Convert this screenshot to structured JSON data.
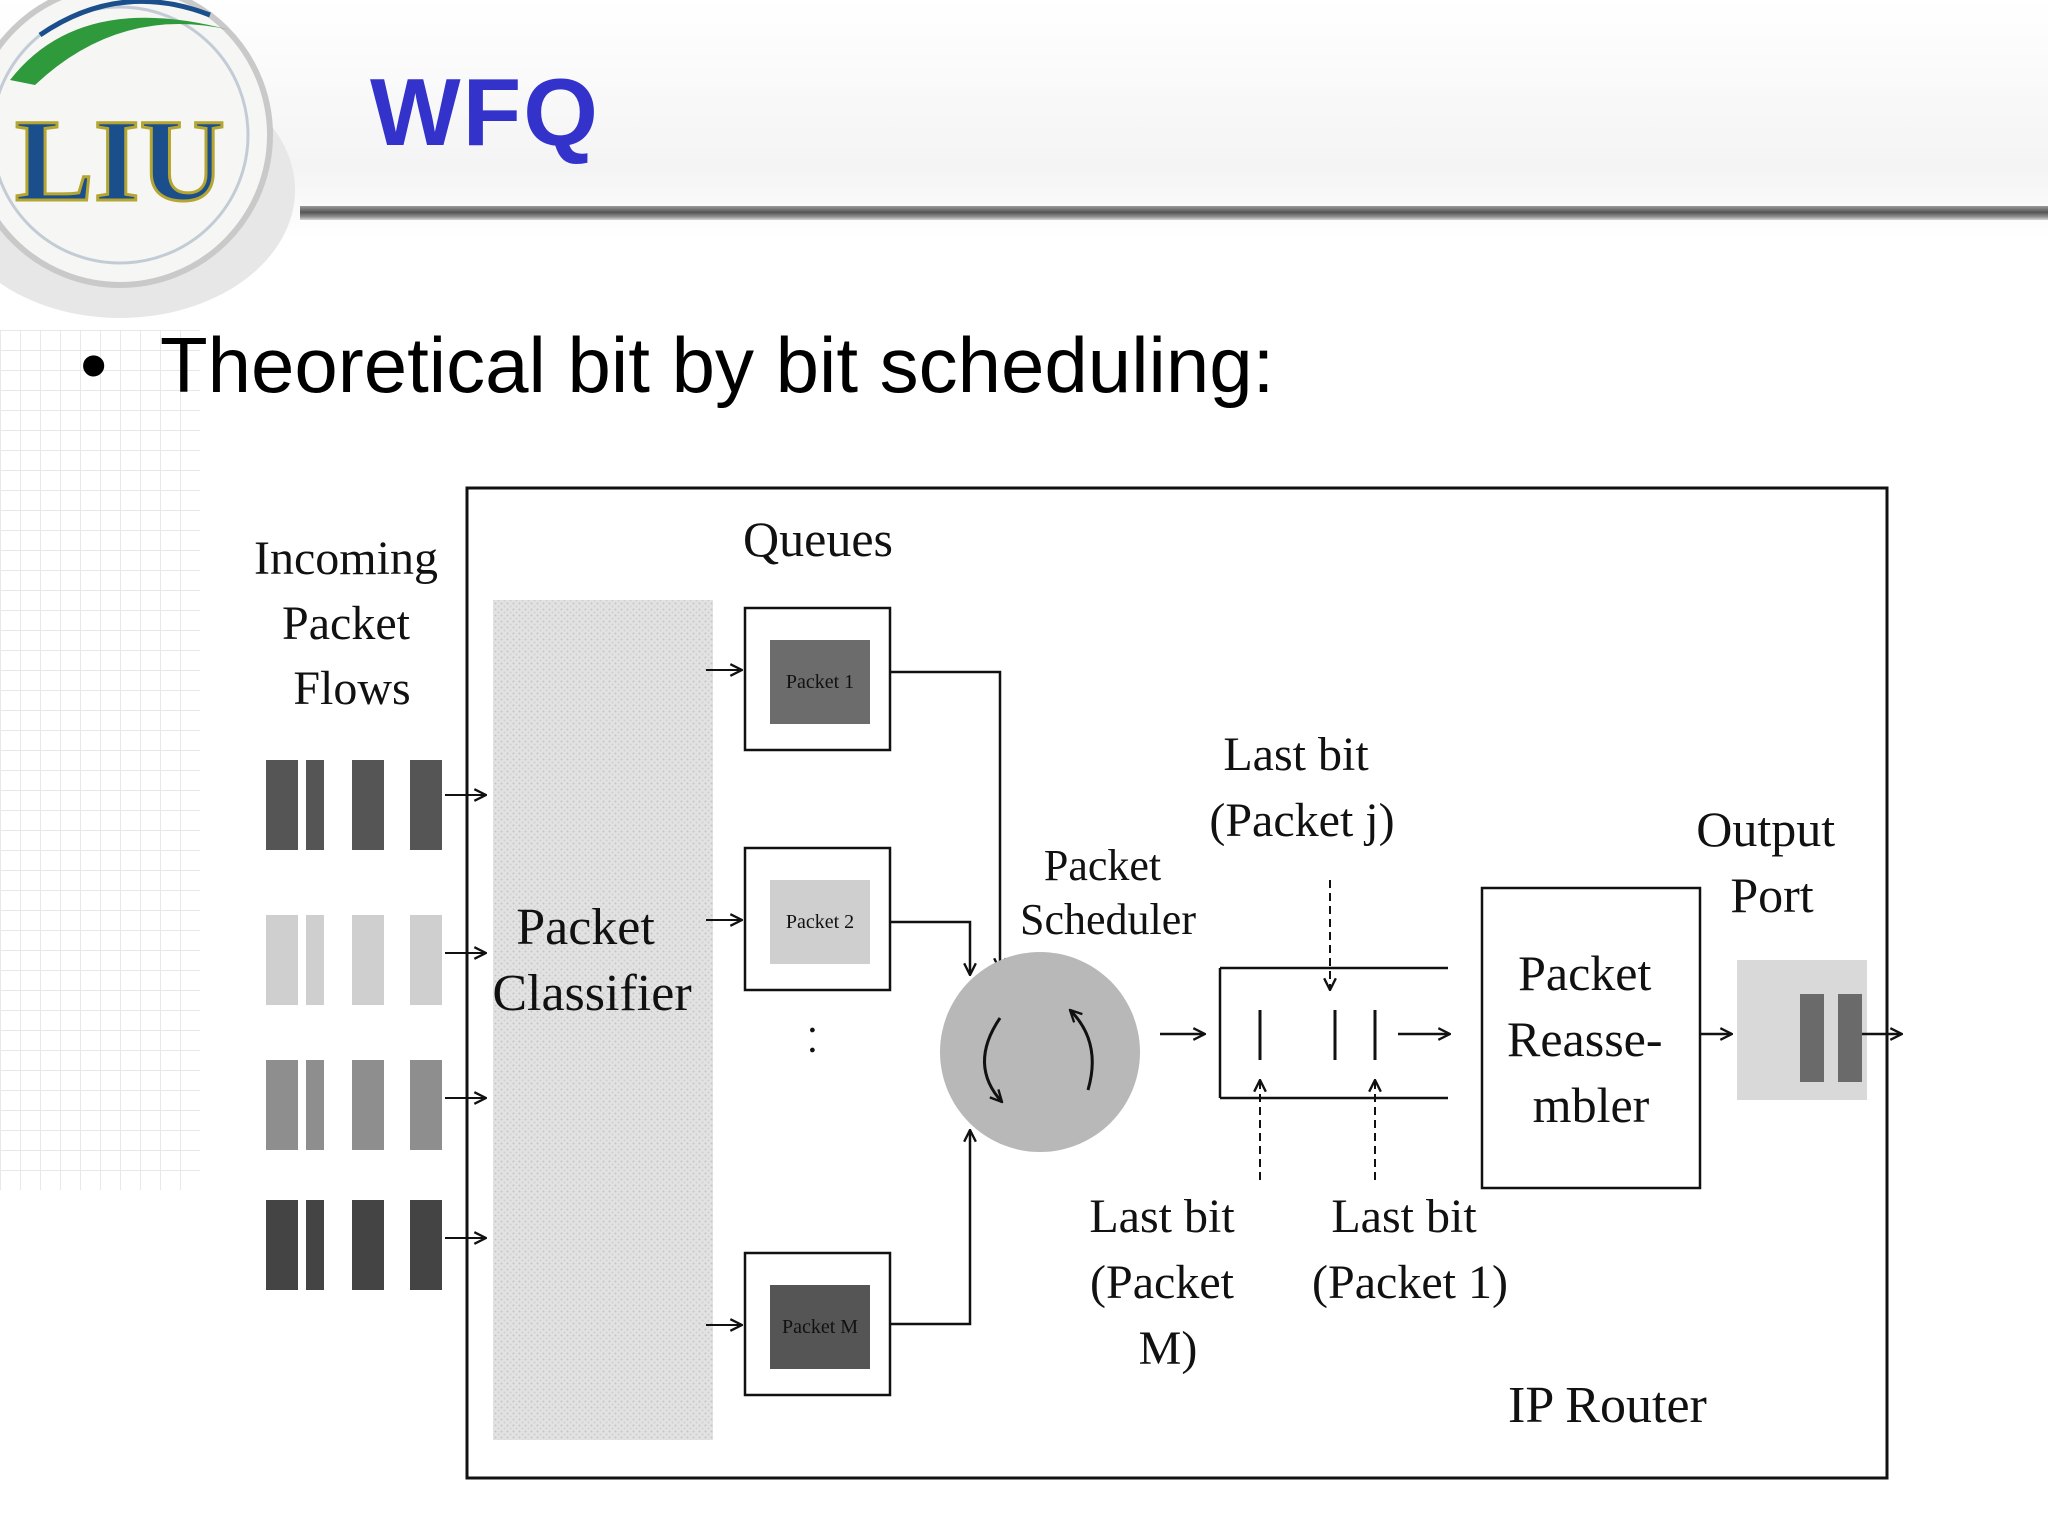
{
  "slide": {
    "title": "WFQ",
    "bullet": "Theoretical bit by bit scheduling:",
    "logo_text": "LIU"
  },
  "diagram": {
    "incoming_label": [
      "Incoming",
      "Packet",
      "Flows"
    ],
    "classifier_label": [
      "Packet",
      "Classifier"
    ],
    "queues_label": "Queues",
    "queue_packets": [
      "Packet 1",
      "Packet 2",
      "Packet M"
    ],
    "queue_ellipsis": ". .",
    "scheduler_label": [
      "Packet",
      "Scheduler"
    ],
    "last_bit_j": [
      "Last bit",
      "(Packet j)"
    ],
    "last_bit_m": [
      "Last bit",
      "(Packet",
      "M)"
    ],
    "last_bit_1": [
      "Last bit",
      "(Packet 1)"
    ],
    "reassembler_label": [
      "Packet",
      "Reasse-",
      "mbler"
    ],
    "output_label": [
      "Output",
      "Port"
    ],
    "router_label": "IP Router"
  },
  "colors": {
    "title": "#3333cc",
    "logo_blue": "#1b4f8c",
    "logo_green": "#2e9a3c",
    "flow_dark": "#555555",
    "flow_mid": "#8a8a8a",
    "flow_light": "#c8c8c8",
    "classifier_fill": "#dedede",
    "scheduler_fill": "#b5b5b5"
  }
}
